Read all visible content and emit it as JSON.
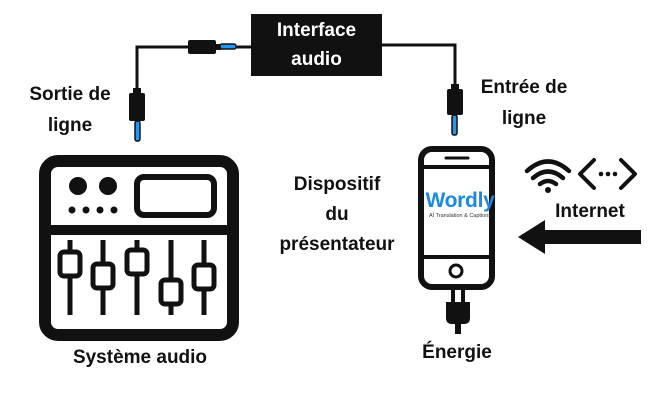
{
  "interface_label": [
    "Interface",
    "audio"
  ],
  "sortie_label": [
    "Sortie de",
    "ligne"
  ],
  "entree_label": [
    "Entrée de",
    "ligne"
  ],
  "presenter_label": [
    "Dispositif",
    "du",
    "présentateur"
  ],
  "internet_label": "Internet",
  "systeme_label": "Système audio",
  "energie_label": "Énergie",
  "logo": {
    "name": "Wordly",
    "tagline": "AI Translation & Captions"
  },
  "colors": {
    "ink": "#111111",
    "accent": "#2196f3",
    "brand": "#1e88e5"
  },
  "icons": [
    "mixer-icon",
    "smartphone-icon",
    "wifi-icon",
    "code-icon",
    "arrow-left-icon",
    "power-plug-icon",
    "audio-jack-icon"
  ]
}
